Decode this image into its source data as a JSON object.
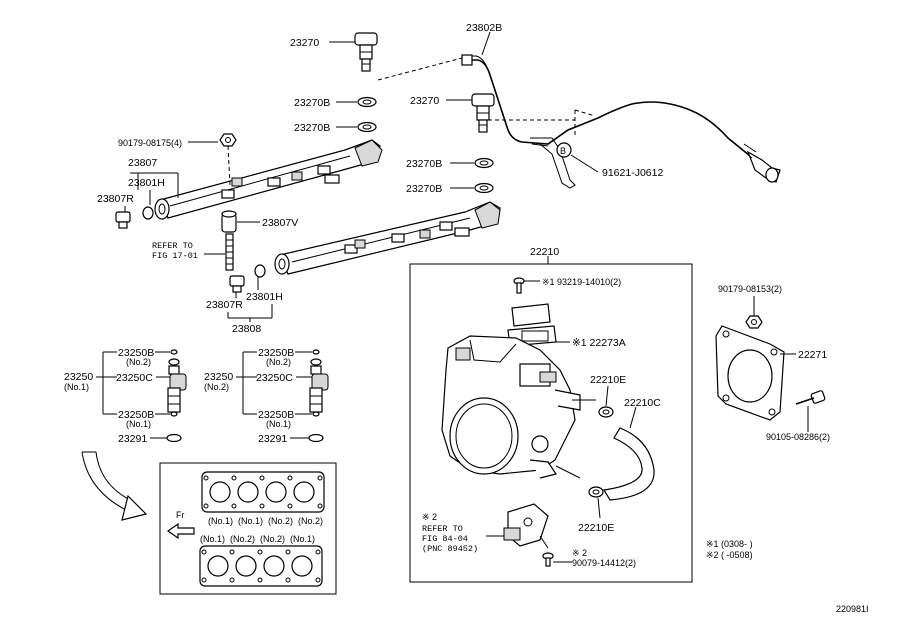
{
  "labels": {
    "p23270_top": "23270",
    "p23802B": "23802B",
    "p23270_mid": "23270",
    "p23270B_1": "23270B",
    "p23270B_2": "23270B",
    "p23270B_3": "23270B",
    "p23270B_4": "23270B",
    "p90179_08175": "90179-08175(4)",
    "p23807": "23807",
    "p23801H_top": "23801H",
    "p23807R_top": "23807R",
    "p91621": "91621-J0612",
    "p23807V": "23807V",
    "refer_fig17_1": "REFER TO",
    "refer_fig17_2": "FIG 17-01",
    "p23801H_bot": "23801H",
    "p23807R_bot": "23807R",
    "p23808": "23808",
    "p22210": "22210",
    "p193219": "※1 93219-14010(2)",
    "p22273A": "※1 22273A",
    "p22210E_top": "22210E",
    "p22210C": "22210C",
    "p22210E_bot": "22210E",
    "refer84_mark": "※ 2",
    "refer84_1": "REFER TO",
    "refer84_2": "FIG 84-04",
    "refer84_3": "(PNC 89452)",
    "p90079_mark": "※ 2",
    "p90079": "90079-14412(2)",
    "p90179_08153": "90179-08153(2)",
    "p22271": "22271",
    "p90105": "90105-08286(2)",
    "note1": "※1 (0308-      )",
    "note2": "※2 (      -0508)",
    "fig_id": "220981I",
    "b_marker": "B",
    "left_23250": "23250",
    "left_no1": "(No.1)",
    "left_23250B_top": "23250B",
    "left_no2_top": "(No.2)",
    "left_23250C": "23250C",
    "left_23250B_bot": "23250B",
    "left_no1_bot": "(No.1)",
    "left_23291": "23291",
    "right_23250": "23250",
    "right_no2": "(No.2)",
    "right_23250B_top": "23250B",
    "right_no2_top": "(No.2)",
    "right_23250C": "23250C",
    "right_23250B_bot": "23250B",
    "right_no1_bot": "(No.1)",
    "right_23291": "23291",
    "fr": "Fr",
    "row1_a": "(No.1)",
    "row1_b": "(No.1)",
    "row1_c": "(No.2)",
    "row1_d": "(No.2)",
    "row2_a": "(No.1)",
    "row2_b": "(No.2)",
    "row2_c": "(No.2)",
    "row2_d": "(No.1)"
  }
}
